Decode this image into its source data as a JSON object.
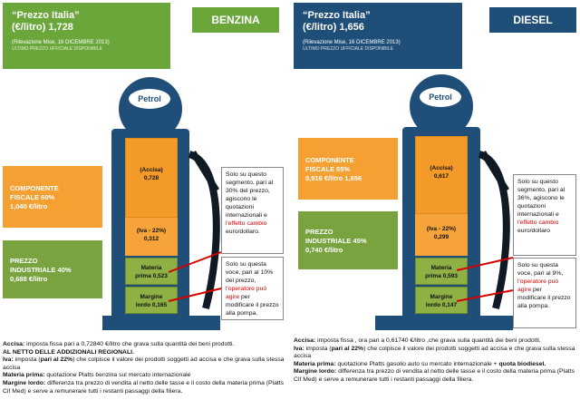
{
  "benzina": {
    "header_price_1": "“Prezzo Italia”",
    "header_price_2": "(€/litro) 1,728",
    "rilevazione": "(Rilevazione Mise, 16 DICEMBRE 2013)",
    "ultimo": "ULTIMO PREZZO UFFICIALE DISPONIBILE",
    "title": "BENZINA",
    "componente_1": "COMPONENTE",
    "componente_2": "FISCALE 60%",
    "componente_3": "1,040 €/litro",
    "prezzo_1": "PREZZO",
    "prezzo_2": "INDUSTRIALE 40%",
    "prezzo_3": "0,688 €/litro",
    "petrol": "Petrol",
    "accisa_label": "(Accisa)",
    "accisa_value": "0,728",
    "iva_label": "(Iva - 22%)",
    "iva_value": "0,312",
    "materia_label": "Materia",
    "materia_value": "prima 0,523",
    "margine_label": "Margine",
    "margine_value": "lordo 0,165",
    "note1_a": "Solo su questo segmento, pari al 30% del prezzo, agiscono le quotazioni internazionali e ",
    "note1_red": "l'effetto cambio",
    "note1_b": " euro/dollaro.",
    "note2_a": "Solo su questa voce, pari al 10% del prezzo, ",
    "note2_red": "l'operatore può agire",
    "note2_b": " per modificare il prezzo alla pompa.",
    "foot_accisa_k": "Accisa:",
    "foot_accisa_v": " imposta fissa pari a 0,72840  €/litro che grava sulla quantità dei beni prodotti.",
    "foot_netto": "AL NETTO DELLE ADDIZIONALI REGIONALI.",
    "foot_iva_k": "Iva:",
    "foot_iva_v1": " imposta (",
    "foot_iva_b": "pari al 22%",
    "foot_iva_v2": ") che colpisce il valore dei prodotti soggetti ad accisa e che grava sulla stessa accisa",
    "foot_materia_k": "Materia prima:",
    "foot_materia_v": " quotazione Platts benzina sul mercato internazionale",
    "foot_margine_k": "Margine lordo:",
    "foot_margine_v": " differenza tra prezzo di vendita al netto delle tasse e il costo della materia prima (Platts Cif Med) e serve a remunerare tutti i restanti passaggi della filiera."
  },
  "diesel": {
    "header_price_1": "“Prezzo Italia”",
    "header_price_2": "(€/litro) 1,656",
    "rilevazione": "(Rilevazione Mise, 16 DICEMBRE 2013)",
    "ultimo": "ULTIMO PREZZO UFFICIALE DISPONIBILE",
    "title": "DIESEL",
    "componente_1": "COMPONENTE",
    "componente_2": "FISCALE 55%",
    "componente_3": "0,916 €/litro 1,656",
    "prezzo_1": "PREZZO",
    "prezzo_2": "INDUSTRIALE 45%",
    "prezzo_3": "0,740 €/litro",
    "petrol": "Petrol",
    "accisa_label": "(Accisa)",
    "accisa_value": "0,617",
    "iva_label": "(Iva - 22%)",
    "iva_value": "0,299",
    "materia_label": "Materia",
    "materia_value": "prima 0,593",
    "margine_label": "Margine",
    "margine_value": "lordo 0,147",
    "note1_a": "Solo su questo segmento, pari al 36%, agiscono le quotazioni internazionali e ",
    "note1_red": "l'effetto cambio",
    "note1_b": " euro/dollaro",
    "note2_a": "Solo su questa voce, pari al 9%, ",
    "note2_red": "l'operatore può agire",
    "note2_b": " per modificare il prezzo alla pompa.",
    "foot_accisa_k": "Accisa:",
    "foot_accisa_v": " imposta fissa , ora pari a 0,61740 €/litro ,che grava sulla quantità dei beni prodotti.",
    "foot_iva_k": "Iva:",
    "foot_iva_v1": " imposta (",
    "foot_iva_b": "pari al 22%",
    "foot_iva_v2": ") che colpisce il valore dei prodotti soggetti ad accisa e che grava sulla stessa accisa",
    "foot_materia_k": "Materia prima:",
    "foot_materia_v": " quotazione Platts  gasolio auto su mercato internazionale + ",
    "foot_materia_b": "quota biodiesel.",
    "foot_margine_k": "Margine lordo:",
    "foot_margine_v": " differenza tra prezzo di vendita al netto delle tasse e il costo della materia prima (Platts Cif Med) e serve a remunerare tutti i restanti passaggi della filiera."
  },
  "colors": {
    "green": "#6aa63a",
    "navy": "#1f4e79",
    "orange": "#f5a033",
    "red": "#d40000"
  }
}
